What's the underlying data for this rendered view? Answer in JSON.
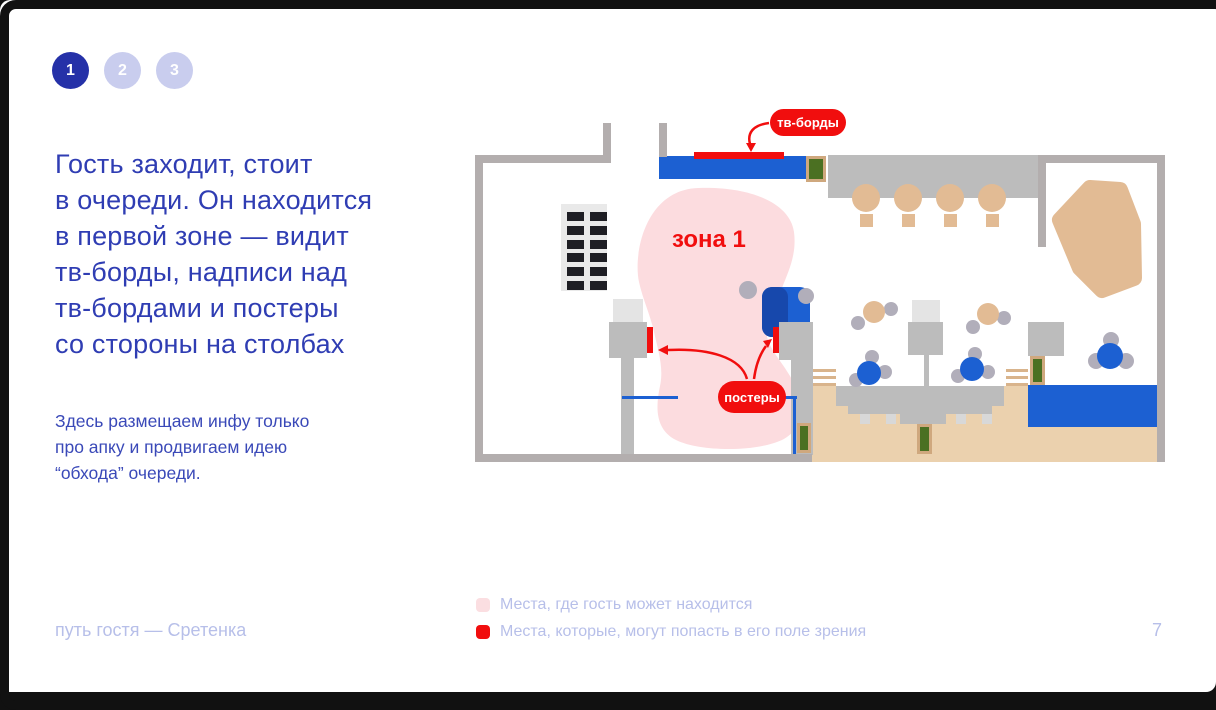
{
  "steps": {
    "items": [
      "1",
      "2",
      "3"
    ],
    "active": "1"
  },
  "intro": {
    "heading": [
      "Гость заходит, стоит",
      "в очереди. Он находится",
      "в первой зоне — видит",
      "тв-борды, надписи над",
      "тв-бордами и постеры",
      "со стороны на столбах"
    ],
    "note": [
      "Здесь размещаем инфу только",
      "про апку и продвигаем идею",
      "“обхода” очереди."
    ]
  },
  "plan": {
    "zone_label": "зона 1",
    "callout_tv": "тв-борды",
    "callout_posters": "постеры"
  },
  "legend": {
    "items": [
      {
        "label": "Места, где гость может находится",
        "color": "#fbdee1"
      },
      {
        "label": "Места, которые, могут попасть в его поле зрения",
        "color": "#f10e0e"
      }
    ]
  },
  "footer": {
    "title": "путь гостя — Сретенка",
    "page": "7"
  },
  "colors": {
    "accent_blue": "#2f3db3",
    "muted_lavender": "#b7bfe9",
    "red": "#f10e0e",
    "zone_pink": "#fcdcdf",
    "furniture_blue": "#1c60d2",
    "furniture_tan": "#e2bb94",
    "floor_tan": "#ebd1ae",
    "wall_gray": "#b3aeae",
    "plant_green": "#4b7022"
  }
}
